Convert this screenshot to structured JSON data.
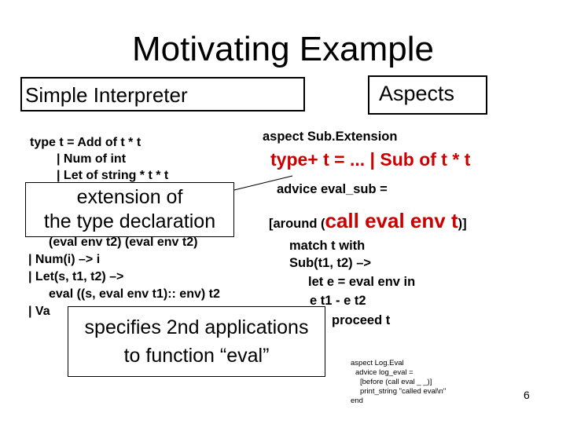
{
  "title": "Motivating Example",
  "left_heading": "Simple Interpreter",
  "right_heading": "Aspects",
  "interpreter_code": [
    "type t = Add of t * t",
    "| Num of int",
    "| Let of string * t * t",
    "(eval env t2)  (eval env t2)",
    "| Num(i) –> i",
    "| Let(s, t1, t2) –>",
    "eval ((s, eval env t1):: env) t2",
    "| Va"
  ],
  "aspect_sub": {
    "header": "aspect Sub.Extension",
    "type_ext": "type+ t = ... | Sub of t * t",
    "advice": "advice eval_sub =",
    "around_prefix": "[around (",
    "around_call": "call eval env t",
    "around_suffix": ")]",
    "body": [
      "match t with",
      "Sub(t1, t2) –>",
      "let e = eval env in",
      "e t1 - e t2",
      "proceed t"
    ]
  },
  "log_aspect": [
    "aspect Log.Eval",
    "advice log_eval =",
    "[before (call eval _ _)]",
    "print_string \"called eval\\n\"",
    "end"
  ],
  "callouts": {
    "type_ext": [
      "extension of",
      "the type declaration"
    ],
    "eval_spec": [
      "specifies 2nd applications",
      "to function “eval”"
    ]
  },
  "page_number": "6"
}
